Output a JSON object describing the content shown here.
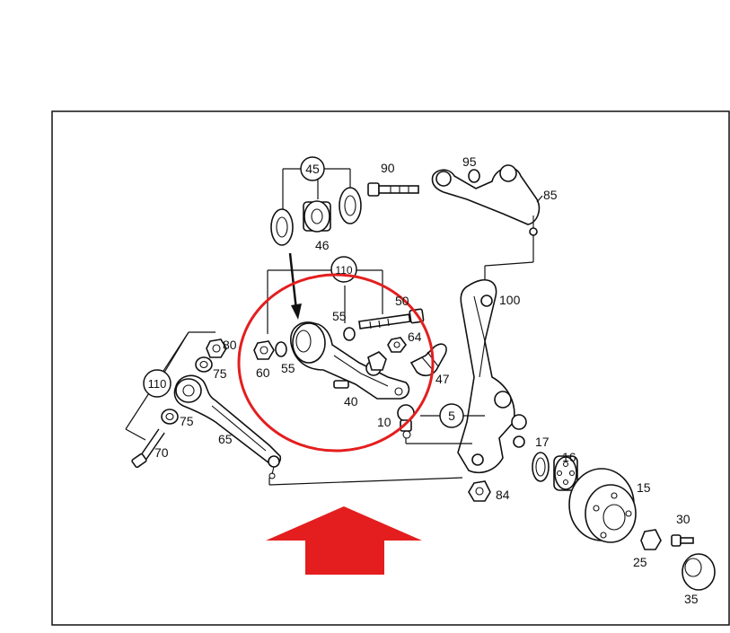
{
  "diagram": {
    "callout_colors": {
      "highlight": "#e41e1e",
      "outline": "#111111"
    },
    "part_numbers": {
      "p45": "45",
      "p46": "46",
      "p90": "90",
      "p95": "95",
      "p85": "85",
      "p110_upper": "110",
      "p100": "100",
      "p50": "50",
      "p55_upper": "55",
      "p64": "64",
      "p60": "60",
      "p55_lower": "55",
      "p40": "40",
      "p47": "47",
      "p80": "80",
      "p75_upper": "75",
      "p110_left": "110",
      "p75_lower": "75",
      "p65": "65",
      "p70": "70",
      "p10": "10",
      "p5": "5",
      "p17": "17",
      "p16": "16",
      "p15": "15",
      "p84": "84",
      "p30": "30",
      "p25": "25",
      "p35": "35"
    },
    "icons": {
      "arrow": "up-arrow-icon",
      "highlight": "circle-highlight"
    }
  }
}
